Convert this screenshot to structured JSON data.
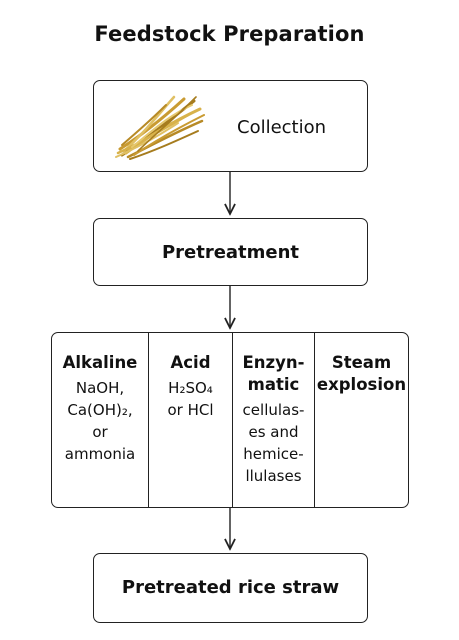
{
  "title": "Feedstock Preparation",
  "collection": {
    "label": "Collection",
    "icon": "rice-straw-icon"
  },
  "pretreatment": {
    "label": "Pretreatment"
  },
  "methods": [
    {
      "heading": [
        "Alkaline"
      ],
      "details": [
        "NaOH,",
        "Ca(OH)₂,",
        "or",
        "ammonia"
      ]
    },
    {
      "heading": [
        "Acid"
      ],
      "details": [
        "H₂SO₄",
        "or HCl"
      ]
    },
    {
      "heading": [
        "Enzyn-",
        "matic"
      ],
      "details": [
        "cellulas-",
        "es and",
        "hemice-",
        "llulases"
      ]
    },
    {
      "heading": [
        "Steam",
        "explosion"
      ],
      "details": []
    }
  ],
  "result": {
    "label": "Pretreated rice straw"
  },
  "colors": {
    "stroke": "#222222",
    "straw_light": "#d8b24a",
    "straw_dark": "#a67c1e"
  }
}
